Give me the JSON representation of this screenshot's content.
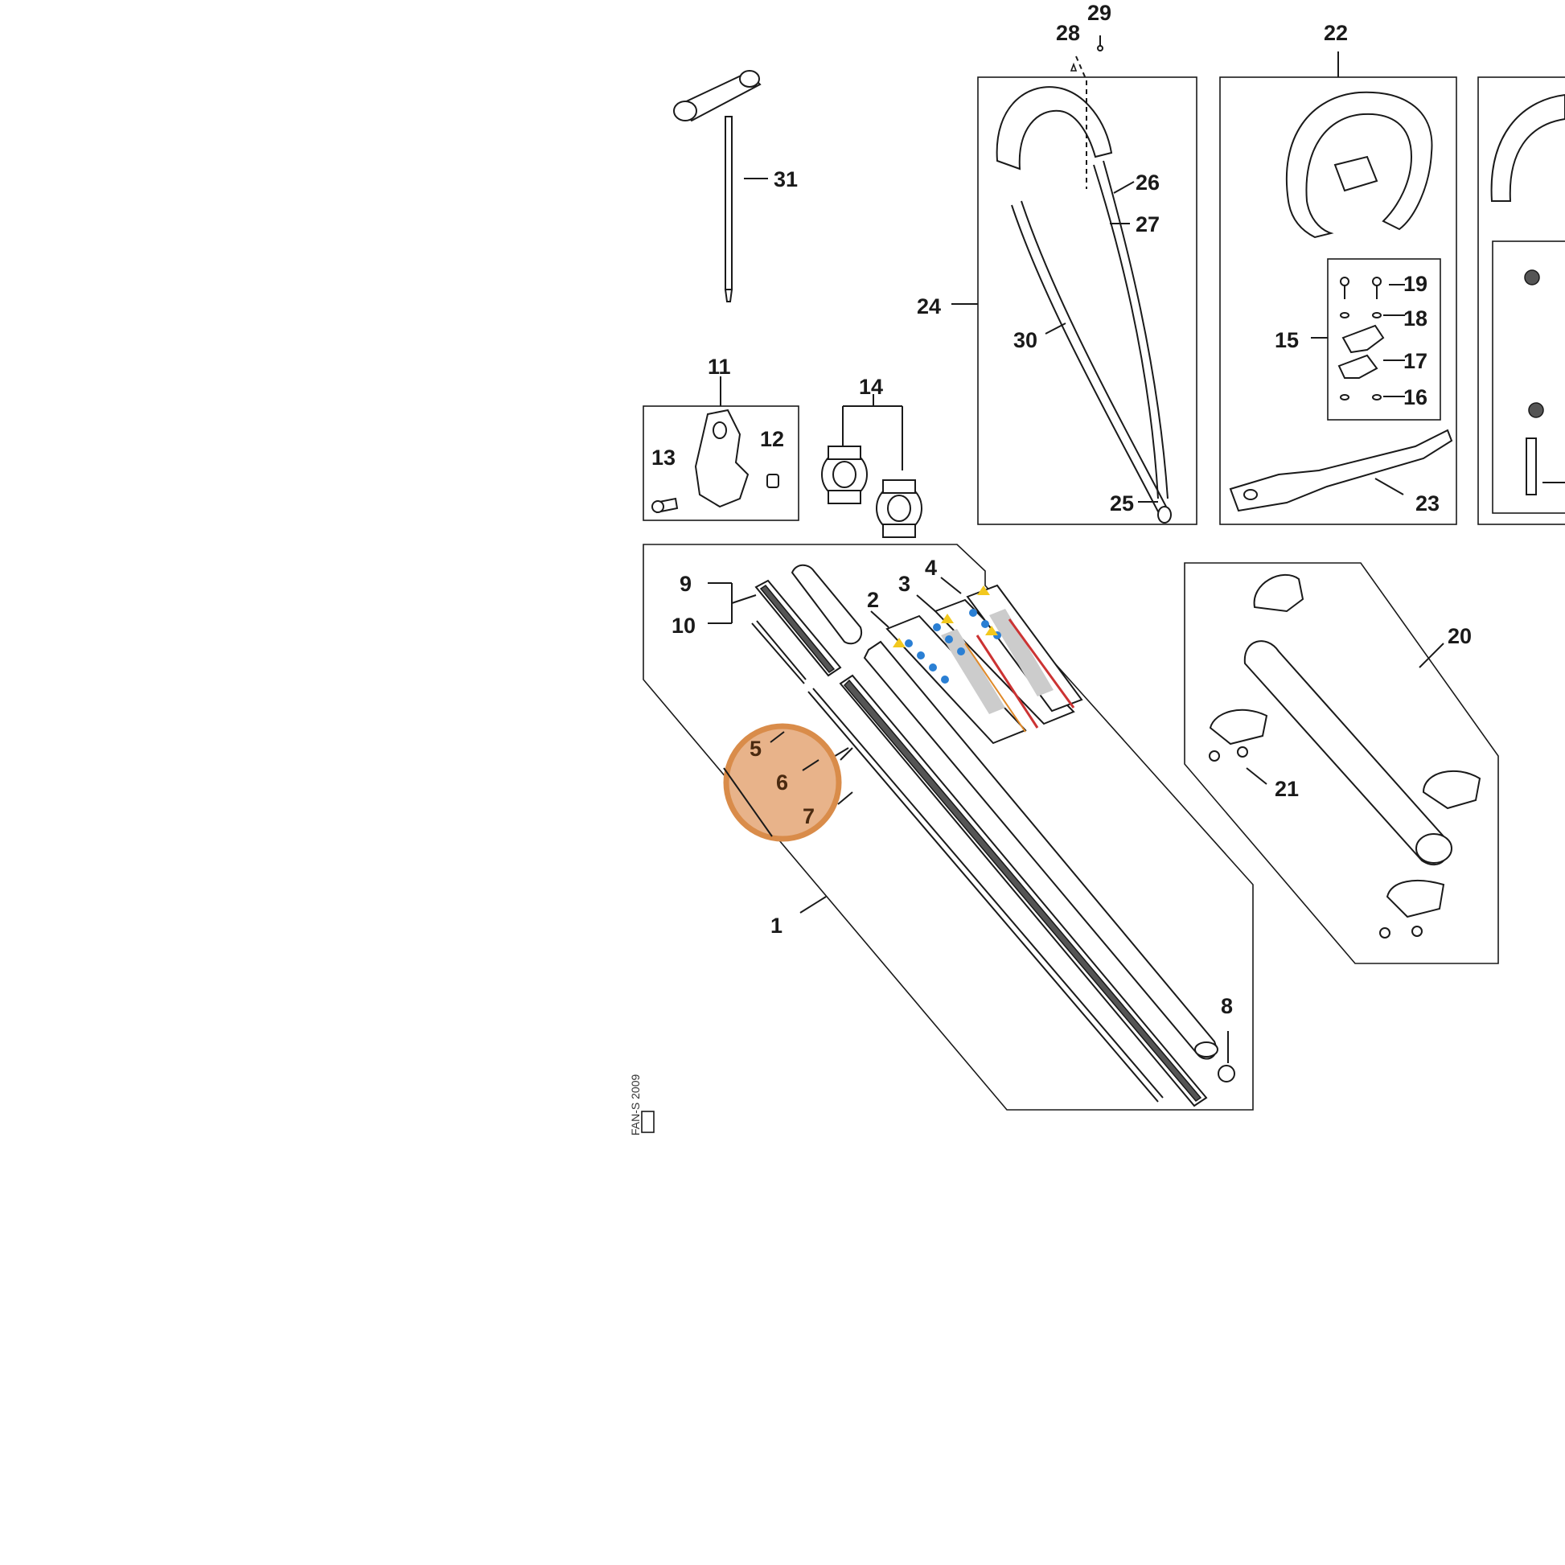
{
  "highlight": {
    "color": "#d98c4a",
    "fill": "#e8b38a"
  },
  "labels": {
    "p1": "1",
    "p2": "2",
    "p3": "3",
    "p4": "4",
    "p5": "5",
    "p6": "6",
    "p7": "7",
    "p8": "8",
    "p9": "9",
    "p10": "10",
    "p11": "11",
    "p12": "12",
    "p13": "13",
    "p14": "14",
    "p15": "15",
    "p16": "16",
    "p17": "17",
    "p18": "18",
    "p19": "19",
    "p20": "20",
    "p21": "21",
    "p22": "22",
    "p23": "23",
    "p24": "24",
    "p25": "25",
    "p26": "26",
    "p27": "27",
    "p28": "28",
    "p29": "29",
    "p30": "30",
    "p31": "31"
  },
  "drawing_code": "FAN-S 2009"
}
